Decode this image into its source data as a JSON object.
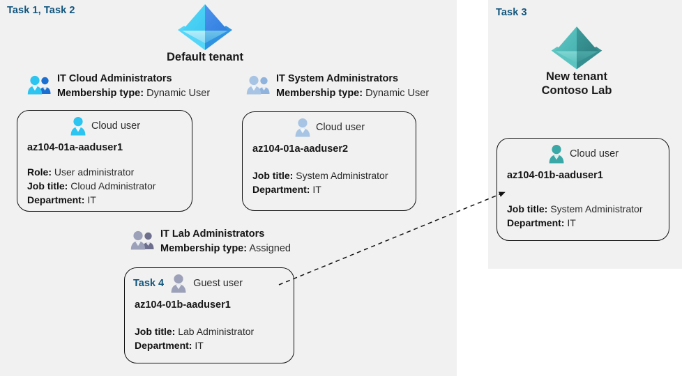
{
  "panels": {
    "left": {
      "task_label": "Task 1, Task 2"
    },
    "right": {
      "task_label": "Task 3"
    }
  },
  "tenants": {
    "default": {
      "name": "Default tenant",
      "icon": "azure-ad-tenant-icon",
      "color": "#31b4f2"
    },
    "new": {
      "name_line1": "New  tenant",
      "name_line2": "Contoso Lab",
      "icon": "azure-ad-tenant-icon",
      "color": "#45b3ad"
    }
  },
  "groups": [
    {
      "id": "cloud-admins",
      "icon": "group-users-icon",
      "title": "IT Cloud Administrators",
      "membership_label": "Membership type:",
      "membership_value": "Dynamic User"
    },
    {
      "id": "system-admins",
      "icon": "group-users-icon",
      "title": "IT System Administrators",
      "membership_label": "Membership type:",
      "membership_value": "Dynamic User"
    },
    {
      "id": "lab-admins",
      "icon": "group-users-icon",
      "title": "IT Lab Administrators",
      "membership_label": "Membership type:",
      "membership_value": "Assigned"
    }
  ],
  "users": [
    {
      "id": "user1",
      "icon": "cloud-user-icon",
      "user_type": "Cloud user",
      "username": "az104-01a-aaduser1",
      "attributes": [
        {
          "label": "Role:",
          "value": "User administrator"
        },
        {
          "label": "Job title:",
          "value": "Cloud Administrator"
        },
        {
          "label": "Department:",
          "value": "IT"
        }
      ]
    },
    {
      "id": "user2",
      "icon": "cloud-user-icon",
      "user_type": "Cloud user",
      "username": "az104-01a-aaduser2",
      "attributes": [
        {
          "label": "Job title:",
          "value": "System Administrator"
        },
        {
          "label": "Department:",
          "value": "IT"
        }
      ]
    },
    {
      "id": "user3",
      "task_label": "Task 4",
      "icon": "guest-user-icon",
      "user_type": "Guest user",
      "username": "az104-01b-aaduser1",
      "attributes": [
        {
          "label": "Job title:",
          "value": "Lab Administrator"
        },
        {
          "label": "Department:",
          "value": "IT"
        }
      ]
    },
    {
      "id": "user4",
      "icon": "cloud-user-icon",
      "user_type": "Cloud user",
      "username": "az104-01b-aaduser1",
      "attributes": [
        {
          "label": "Job title:",
          "value": "System Administrator"
        },
        {
          "label": "Department:",
          "value": "IT"
        }
      ]
    }
  ],
  "connector": {
    "name": "invite-guest-user-arrow",
    "style": "dashed-arrow"
  },
  "colors": {
    "panel_background": "#f1f1f1",
    "task_label": "#11557c",
    "card_border": "#111111",
    "text": "#2b2b2b",
    "blue_accent": "#31b4f2",
    "teal_accent": "#45b3ad",
    "gray_accent": "#8a8fa6"
  }
}
